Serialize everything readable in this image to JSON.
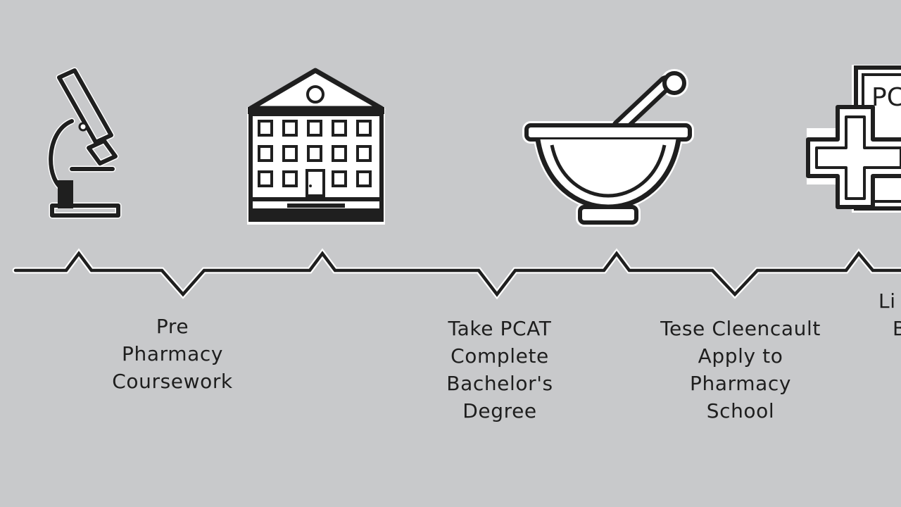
{
  "steps": [
    {
      "lines": [
        "Pre",
        "Pharmacy",
        "Coursework"
      ],
      "icon": "microscope-icon"
    },
    {
      "lines": [],
      "icon": "university-building-icon"
    },
    {
      "lines": [
        "Take PCAT",
        "Complete",
        "Bachelor's",
        "Degree"
      ],
      "icon": ""
    },
    {
      "lines": [
        "Tese Cleencault",
        "Apply to",
        "Pharmacy",
        "School"
      ],
      "icon": "mortar-and-pestle-icon"
    },
    {
      "lines": [
        "Li",
        "B"
      ],
      "icon": "pcat-document-plus-icon"
    }
  ],
  "pcat_icon_text": "PC",
  "colors": {
    "background": "#c8c9cb",
    "line": "#1f1f1f",
    "icon_fill": "#ffffff"
  }
}
